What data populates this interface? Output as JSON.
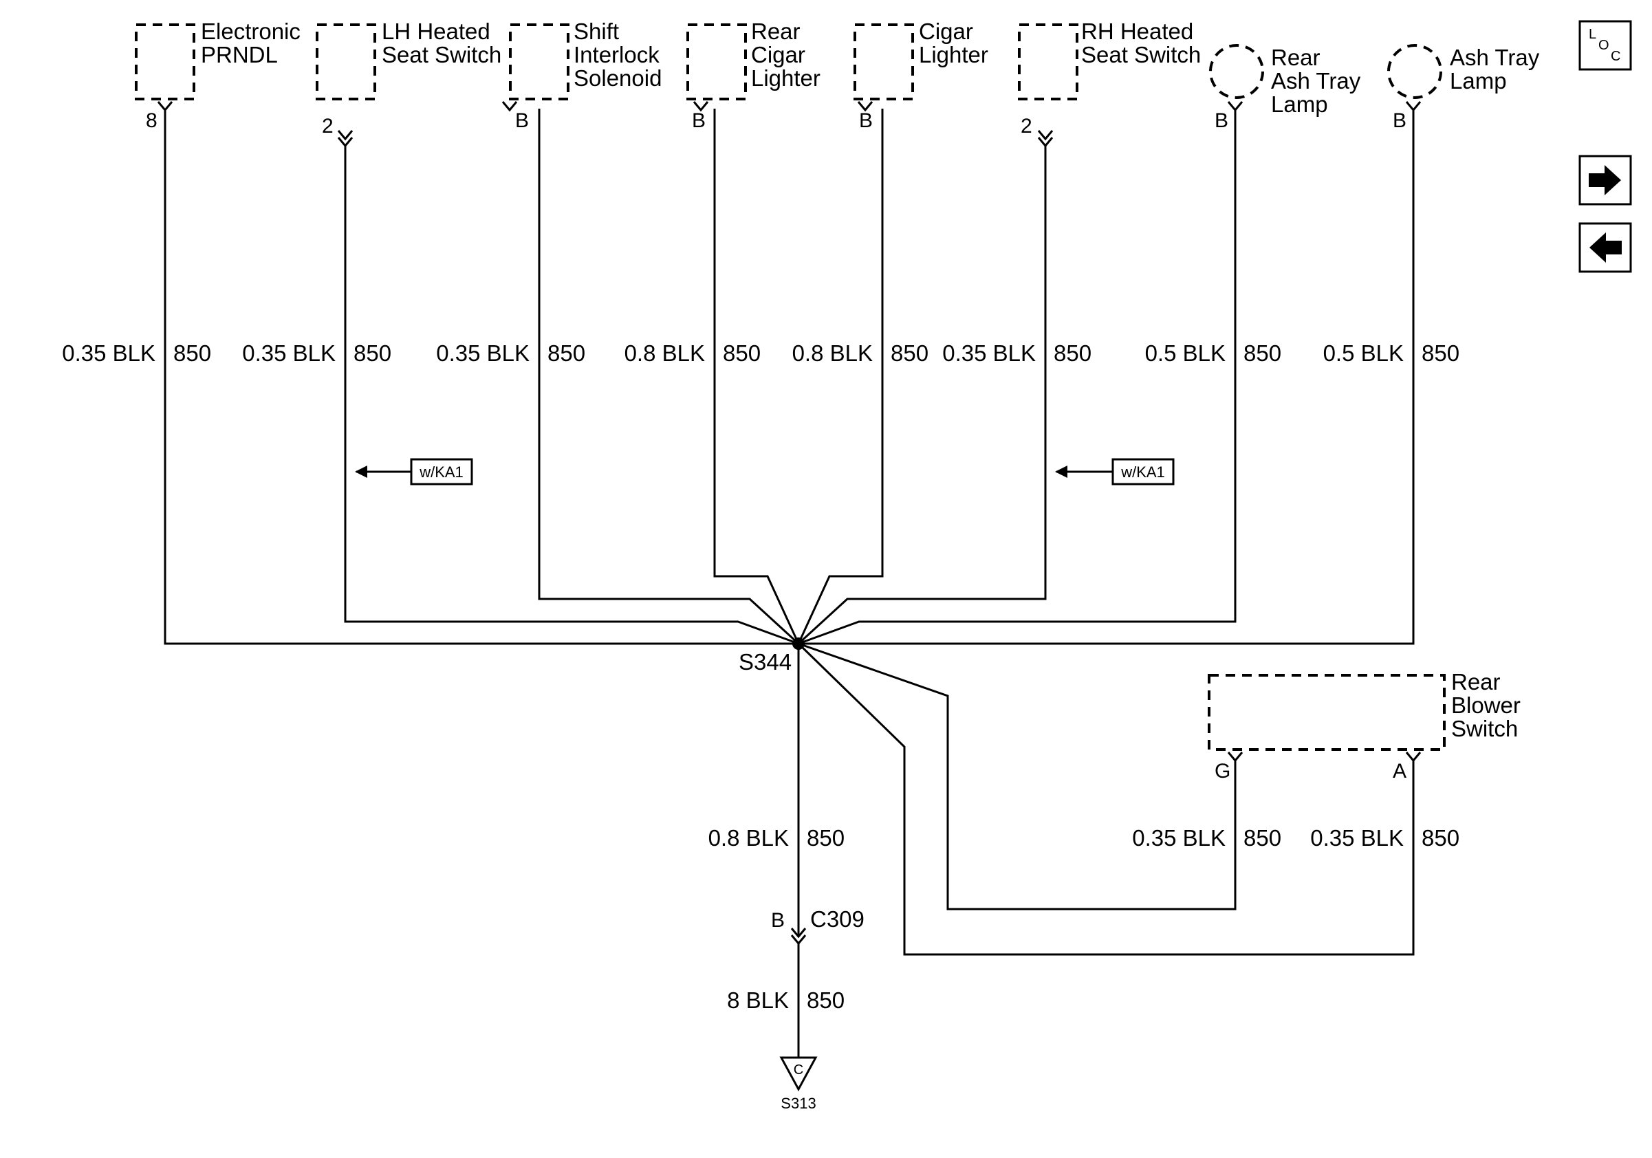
{
  "components": {
    "electronic_prndl": {
      "name_lines": [
        "Electronic",
        "PRNDL"
      ],
      "pin": "8"
    },
    "lh_heated_seat": {
      "name_lines": [
        "LH Heated",
        "Seat Switch"
      ],
      "pin": "2"
    },
    "shift_interlock": {
      "name_lines": [
        "Shift",
        "Interlock",
        "Solenoid"
      ],
      "pin": "B"
    },
    "rear_cigar": {
      "name_lines": [
        "Rear",
        "Cigar",
        "Lighter"
      ],
      "pin": "B"
    },
    "cigar_lighter": {
      "name_lines": [
        "Cigar",
        "Lighter"
      ],
      "pin": "B"
    },
    "rh_heated_seat": {
      "name_lines": [
        "RH Heated",
        "Seat Switch"
      ],
      "pin": "2"
    },
    "rear_ash_tray": {
      "name_lines": [
        "Rear",
        "Ash Tray",
        "Lamp"
      ],
      "pin": "B"
    },
    "ash_tray_lamp": {
      "name_lines": [
        "Ash Tray",
        "Lamp"
      ],
      "pin": "B"
    },
    "rear_blower": {
      "name_lines": [
        "Rear",
        "Blower",
        "Switch"
      ],
      "pin_g": "G",
      "pin_a": "A"
    }
  },
  "wires": {
    "electronic_prndl": {
      "gauge": "0.35 BLK",
      "circuit": "850"
    },
    "lh_heated_seat": {
      "gauge": "0.35 BLK",
      "circuit": "850"
    },
    "shift_interlock": {
      "gauge": "0.35 BLK",
      "circuit": "850"
    },
    "rear_cigar": {
      "gauge": "0.8 BLK",
      "circuit": "850"
    },
    "cigar_lighter": {
      "gauge": "0.8 BLK",
      "circuit": "850"
    },
    "rh_heated_seat": {
      "gauge": "0.35 BLK",
      "circuit": "850"
    },
    "rear_ash_tray": {
      "gauge": "0.5 BLK",
      "circuit": "850"
    },
    "ash_tray_lamp": {
      "gauge": "0.5 BLK",
      "circuit": "850"
    },
    "splice_to_c309": {
      "gauge": "0.8 BLK",
      "circuit": "850"
    },
    "c309_to_ground": {
      "gauge": "8 BLK",
      "circuit": "850"
    },
    "blower_g": {
      "gauge": "0.35 BLK",
      "circuit": "850"
    },
    "blower_a": {
      "gauge": "0.35 BLK",
      "circuit": "850"
    }
  },
  "option_tags": {
    "lh": "w/KA1",
    "rh": "w/KA1"
  },
  "splice": {
    "label": "S344"
  },
  "connector": {
    "label": "C309",
    "pin": "B"
  },
  "ground": {
    "label": "S313",
    "letter": "C"
  },
  "nav": {
    "loc_letters": [
      "L",
      "O",
      "C"
    ],
    "next_icon": "arrow-right-icon",
    "prev_icon": "arrow-left-icon"
  }
}
